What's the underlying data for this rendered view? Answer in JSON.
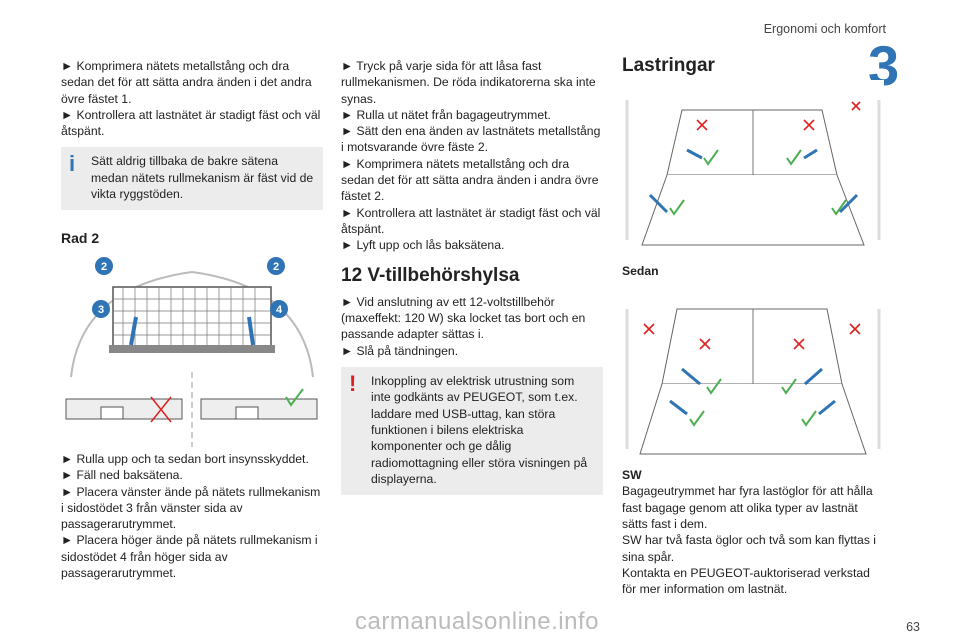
{
  "header": {
    "section": "Ergonomi och komfort",
    "chapter": "3"
  },
  "colors": {
    "accent": "#2f74b5",
    "warning": "#e02020",
    "check": "#4caf50",
    "note_bg": "#ececec"
  },
  "col1": {
    "bullets_top": [
      "► Komprimera nätets metallstång och dra sedan det för att sätta andra änden i det andra övre fästet 1.",
      "► Kontrollera att lastnätet är stadigt fäst och väl åtspänt."
    ],
    "note": "Sätt aldrig tillbaka de bakre sätena medan nätets rullmekanism är fäst vid de vikta ryggstöden.",
    "heading": "Rad 2",
    "fig_labels": [
      "2",
      "2",
      "3",
      "4"
    ],
    "bullets_bottom": [
      "► Rulla upp och ta sedan bort insynsskyddet.",
      "► Fäll ned baksätena.",
      "► Placera vänster ände på nätets rullmekanism i sidostödet 3 från vänster sida av passagerarutrymmet.",
      "► Placera höger ände på nätets rullmekanism i sidostödet 4 från höger sida av passagerarutrymmet."
    ]
  },
  "col2": {
    "bullets_top": [
      "► Tryck på varje sida för att låsa fast rullmekanismen. De röda indikatorerna ska inte synas.",
      "► Rulla ut nätet från bagageutrymmet.",
      "► Sätt den ena änden av lastnätets metallstång i motsvarande övre fäste 2.",
      "► Komprimera nätets metallstång och dra sedan det för att sätta andra änden i andra övre fästet 2.",
      "► Kontrollera att lastnätet är stadigt fäst och väl åtspänt.",
      "► Lyft upp och lås baksätena."
    ],
    "heading": "12 V-tillbehörshylsa",
    "bullets_bottom": [
      "► Vid anslutning av ett 12-voltstillbehör (maxeffekt: 120 W) ska locket tas bort och en passande adapter sättas i.",
      "► Slå på tändningen."
    ],
    "warning": "Inkoppling av elektrisk utrustning som inte godkänts av PEUGEOT, som t.ex. laddare med USB-uttag, kan störa funktionen i bilens elektriska komponenter och ge dålig radiomottagning eller störa visningen på displayerna."
  },
  "col3": {
    "heading": "Lastringar",
    "caption_sedan": "Sedan",
    "caption_sw": "SW",
    "text": [
      "Bagageutrymmet har fyra lastöglor för att hålla fast bagage genom att olika typer av lastnät sätts fast i dem.",
      "SW har två fasta öglor och två som kan flyttas i sina spår.",
      "Kontakta en PEUGEOT-auktoriserad verkstad för mer information om lastnät."
    ]
  },
  "footer": {
    "page": "63",
    "watermark": "carmanualsonline.info"
  }
}
